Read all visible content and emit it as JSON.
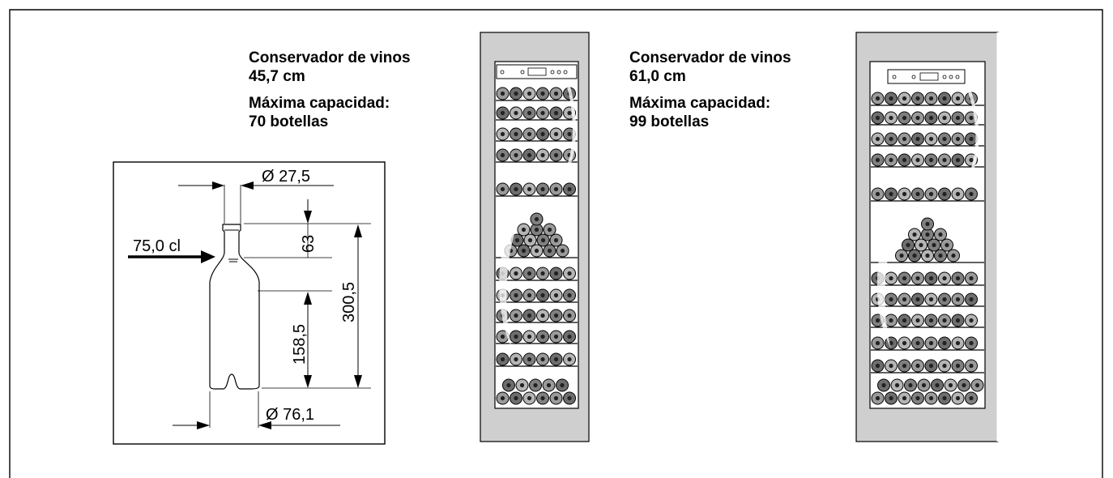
{
  "coolers": [
    {
      "title": "Conservador de vinos",
      "width_text": "45,7 cm",
      "capacity_label": "Máxima capacidad:",
      "capacity_value": "70 botellas"
    },
    {
      "title": "Conservador de vinos",
      "width_text": "61,0 cm",
      "capacity_label": "Máxima capacidad:",
      "capacity_value": "99 botellas"
    }
  ],
  "bottle": {
    "neck_diameter": "Ø 27,5",
    "volume": "75,0 cl",
    "neck_height": "63",
    "body_height": "158,5",
    "total_height": "300,5",
    "base_diameter": "Ø 76,1"
  }
}
